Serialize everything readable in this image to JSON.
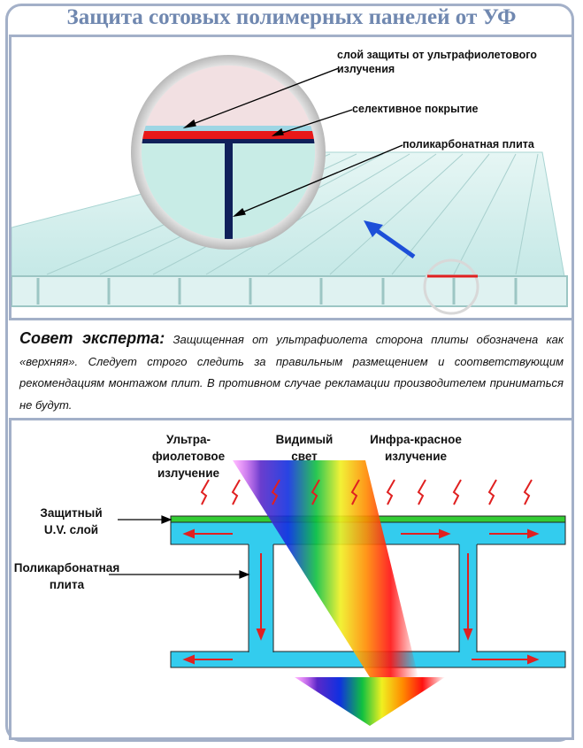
{
  "title": "Защита сотовых полимерных панелей от УФ",
  "top_diagram": {
    "labels": {
      "uv_layer": "слой защиты от ультрафиолетового излучения",
      "selective": "селективное покрытие",
      "polycarbonate": "поликарбонатная плита"
    }
  },
  "tip": {
    "heading": "Совет эксперта:",
    "text": "Защищенная от ультрафиолета сторона плиты обозначена как «верхняя». Следует строго следить за правильным размещением и соответствующим рекомендациям монтажом плит. В противном случае рекламации производителем приниматься не будут."
  },
  "bottom_diagram": {
    "uv_label": "Ультра-фиолетовое излучение",
    "visible_label": "Видимый свет",
    "ir_label": "Инфра-красное излучение",
    "protective_layer_label": "Защитный U.V. слой",
    "sheet_label": "Поликарбонатная плита"
  },
  "colors": {
    "frame": "#a3b0c8",
    "title": "#7088b0",
    "sheet": "#33ccee",
    "uv_layer": "#33cc33",
    "arrow_red": "#e02020"
  }
}
